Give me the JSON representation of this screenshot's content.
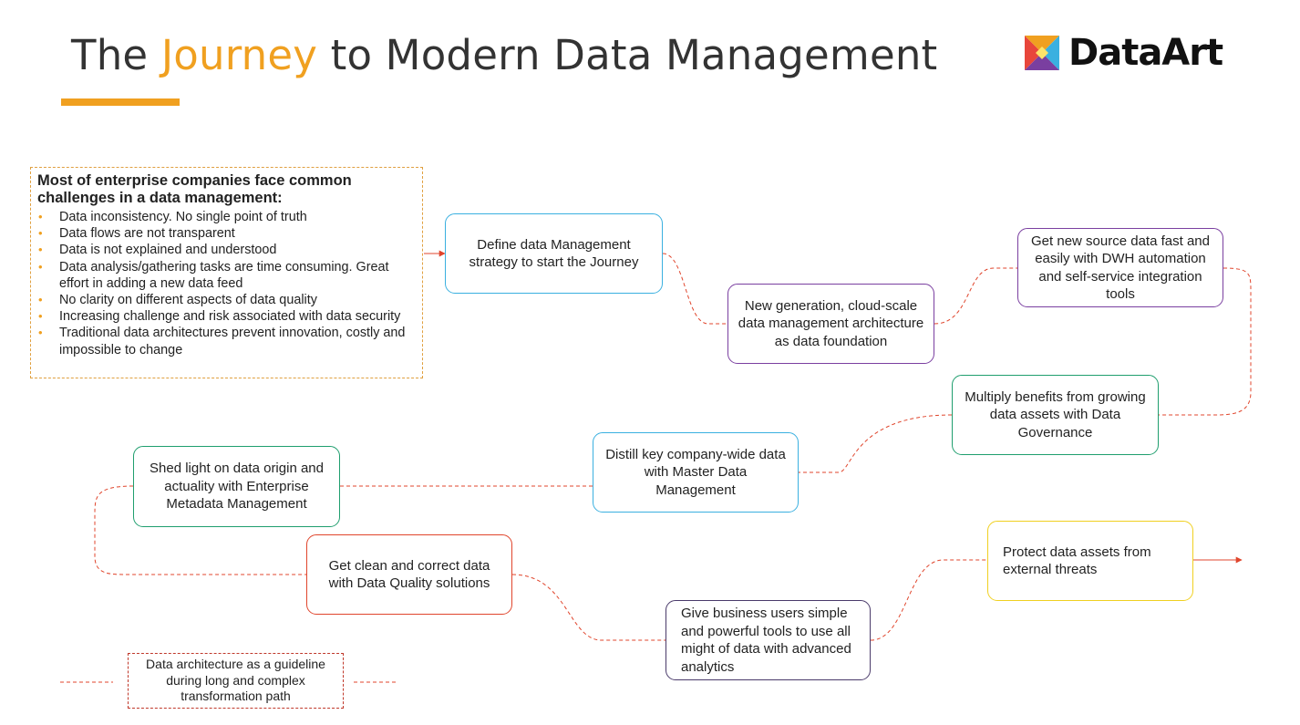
{
  "header": {
    "title_before": "The ",
    "title_accent": "Journey",
    "title_after": " to Modern Data Management",
    "accent_color": "#f0a020"
  },
  "logo": {
    "text": "DataArt",
    "icon": "dataart-logo-icon",
    "colors": [
      "#e8463b",
      "#f0a020",
      "#3ab0e0",
      "#7a3fa0"
    ]
  },
  "challenges": {
    "heading": "Most of enterprise companies face common challenges in a data management:",
    "items": [
      "Data inconsistency. No single point of truth",
      "Data flows are not transparent",
      "Data is not explained and understood",
      "Data analysis/gathering tasks are time consuming. Great effort in adding a new data feed",
      "No clarity on different aspects of data quality",
      "Increasing challenge and risk associated with data security",
      "Traditional data architectures prevent innovation, costly and impossible to change"
    ]
  },
  "stages": [
    {
      "id": "strategy",
      "text": "Define data Management strategy to start the Journey",
      "color": "#3ab0e0"
    },
    {
      "id": "architecture",
      "text": "New generation, cloud-scale data management architecture as data foundation",
      "color": "#7a3fa0"
    },
    {
      "id": "integration",
      "text": "Get new source data fast and easily with DWH automation and self-service integration tools",
      "color": "#7a3fa0"
    },
    {
      "id": "governance",
      "text": "Multiply benefits from growing data assets with Data Governance",
      "color": "#1f9e6e"
    },
    {
      "id": "mdm",
      "text": "Distill key company-wide data with Master Data Management",
      "color": "#3ab0e0"
    },
    {
      "id": "metadata",
      "text": "Shed light on data origin and actuality with Enterprise Metadata Management",
      "color": "#1f9e6e"
    },
    {
      "id": "quality",
      "text": "Get clean and correct data with Data Quality solutions",
      "color": "#e0452c"
    },
    {
      "id": "analytics",
      "text": "Give business users simple and powerful tools to use all might of data with advanced analytics",
      "color": "#4a3a6a"
    },
    {
      "id": "security",
      "text": "Protect data assets from external threats",
      "color": "#f0d020"
    }
  ],
  "legend": {
    "text": "Data architecture as a guideline during long and complex transformation path",
    "line_color": "#e0452c"
  },
  "connector_color": "#e0452c"
}
